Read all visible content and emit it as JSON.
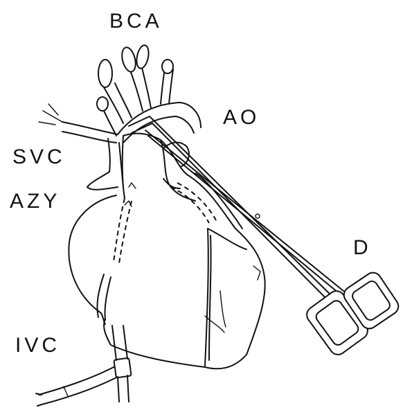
{
  "labels": {
    "bca": "BCA",
    "ao": "AO",
    "svc": "SVC",
    "azy": "AZY",
    "d": "D",
    "ivc": "IVC"
  },
  "colors": {
    "line": "#111111",
    "background": "#ffffff"
  }
}
